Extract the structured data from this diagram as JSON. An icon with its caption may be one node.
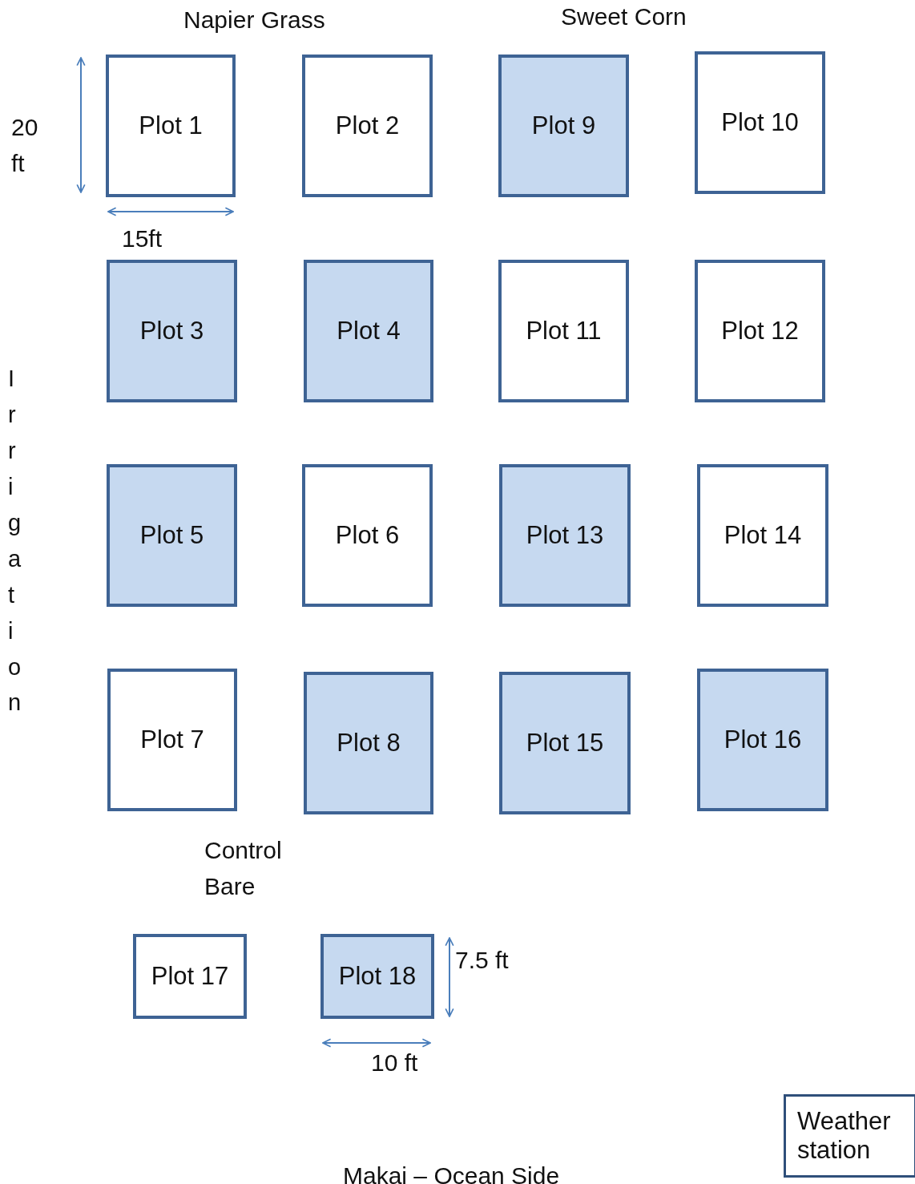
{
  "diagram": {
    "nodes": [
      {
        "text": [
          "Plot 1"
        ]
      },
      {
        "text": [
          "Plot 2"
        ]
      },
      {
        "text": [
          "Plot 9"
        ]
      },
      {
        "text": [
          "Plot 10"
        ]
      },
      {
        "text": [
          "Plot 3"
        ]
      },
      {
        "text": [
          "Plot 4"
        ]
      },
      {
        "text": [
          "Plot 11"
        ]
      },
      {
        "text": [
          "Plot 12"
        ]
      },
      {
        "text": [
          "Plot 5"
        ]
      },
      {
        "text": [
          "Plot 6"
        ]
      },
      {
        "text": [
          "Plot 13"
        ]
      },
      {
        "text": [
          "Plot 14"
        ]
      },
      {
        "text": [
          "Plot 7"
        ]
      },
      {
        "text": [
          "Plot 8"
        ]
      },
      {
        "text": [
          "Plot 15"
        ]
      },
      {
        "text": [
          "Plot 16"
        ]
      },
      {
        "text": [
          "Plot 17"
        ]
      },
      {
        "text": [
          "Plot 18"
        ]
      },
      {
        "text": [
          "Weather station"
        ]
      }
    ],
    "labels": [
      "Napier Grass",
      "Sweet Corn",
      "20 ft",
      "15ft",
      "Irrigation",
      "Control Bare",
      "7.5 ft",
      "10 ft",
      "Makai – Ocean Side"
    ]
  }
}
